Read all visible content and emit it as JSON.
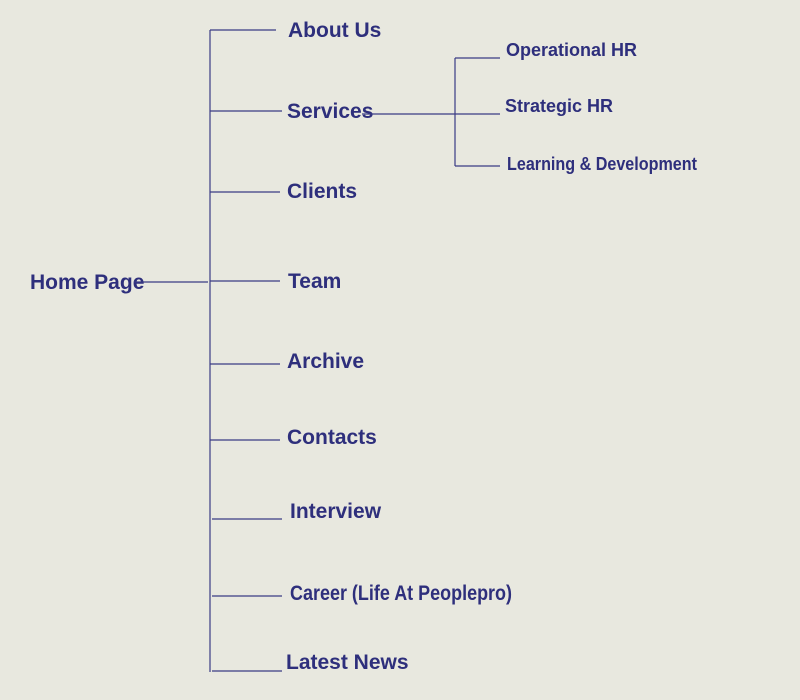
{
  "sitemap": {
    "root": "Home Page",
    "pages": [
      "About Us",
      "Services",
      "Clients",
      "Team",
      "Archive",
      "Contacts",
      "Interview",
      "Career (Life At Peoplepro)",
      "Latest News"
    ],
    "services_children": [
      "Operational HR",
      "Strategic HR",
      "Learning & Development"
    ]
  },
  "colors": {
    "background": "#e8e8df",
    "text": "#2e2f7c",
    "lines": "#3a3b85"
  }
}
